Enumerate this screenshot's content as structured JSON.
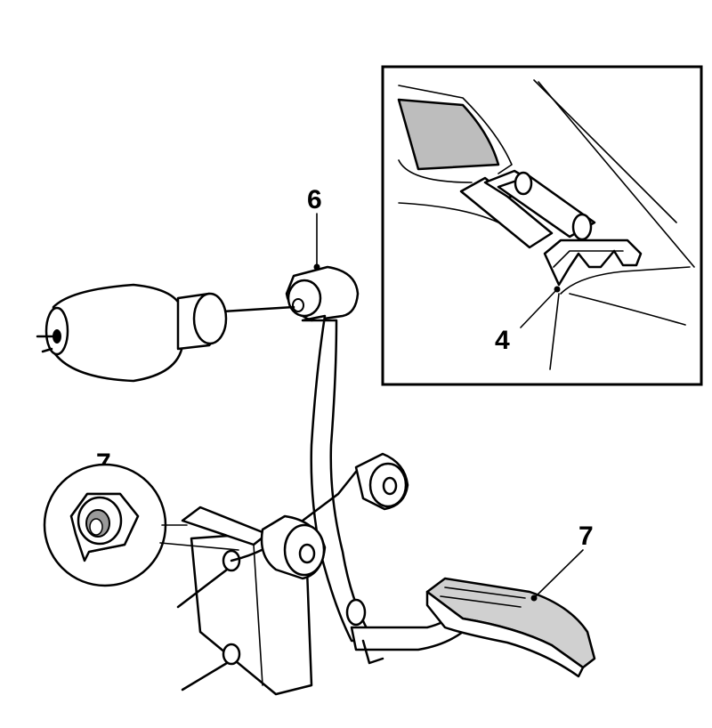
{
  "callouts": {
    "c6": "6",
    "c4": "4",
    "c7_nut": "7",
    "c7_pedal": "7"
  }
}
